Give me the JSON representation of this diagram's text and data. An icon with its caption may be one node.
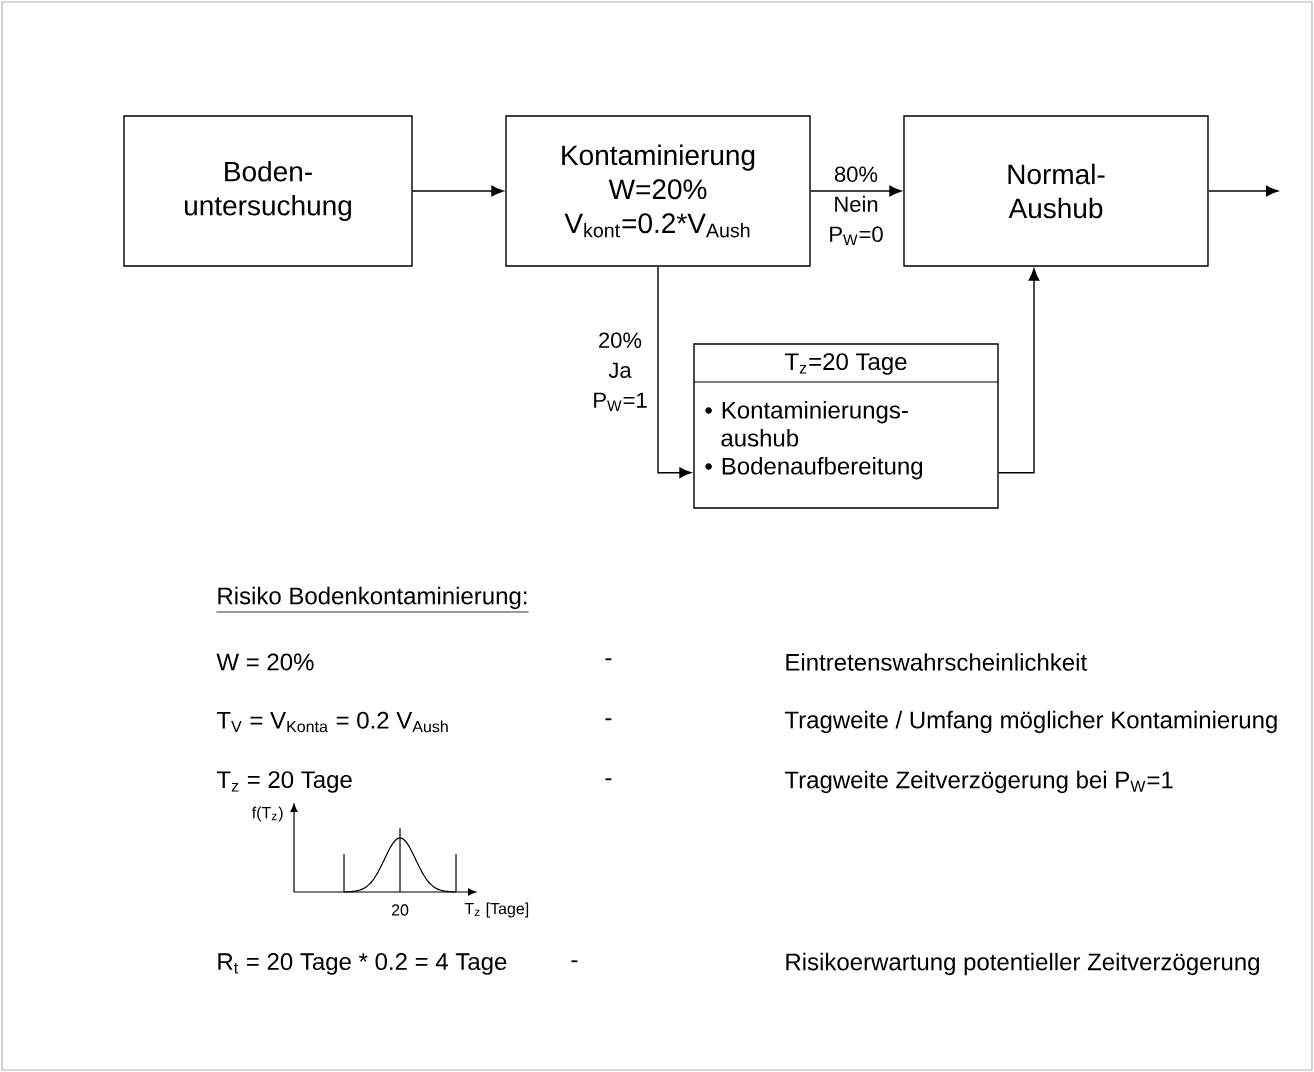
{
  "diagram": {
    "nodes": [
      {
        "text": [
          "Boden- untersuchung"
        ]
      },
      {
        "text": [
          "Kontaminierung",
          "W=20%",
          "V$_{kont}$=0.2*V$_{Aush}$"
        ]
      },
      {
        "text": [
          "Normal- Aushub"
        ]
      },
      {
        "text": [
          "T$_{z}$=20 Tage",
          "• Kontaminierungs- aushub",
          "• Bodenaufbereitung"
        ]
      }
    ],
    "edges": [
      {
        "from": 0,
        "to": 1,
        "arrow": "to"
      },
      {
        "from": 1,
        "to": 2,
        "arrow": "to",
        "label": "80% Nein P$_{W}$=0"
      },
      {
        "from": 1,
        "to": 3,
        "arrow": "to",
        "label": "20% Ja P$_{W}$=1"
      },
      {
        "from": 3,
        "to": 2,
        "arrow": "to"
      },
      {
        "from": 2,
        "to": null,
        "arrow": "to"
      }
    ],
    "labels": [
      "Risiko Bodenkontaminierung:",
      "W = 20%",
      "-",
      "Eintretenswahrscheinlichkeit",
      "T$_{V}$ = V$_{Konta}$ = 0.2 V$_{Aush}$",
      "-",
      "Tragweite / Umfang möglicher Kontaminierung",
      "T$_{z}$ = 20 Tage",
      "-",
      "Tragweite Zeitverzögerung bei P$_{W}$=1",
      "f(T$_{z}$)",
      "20",
      "T$_{z}$ [Tage]",
      "R$_{t}$ = 20 Tage * 0.2 = 4 Tage",
      "-",
      "Risikoerwartung potentieller Zeitverzögerung"
    ]
  }
}
